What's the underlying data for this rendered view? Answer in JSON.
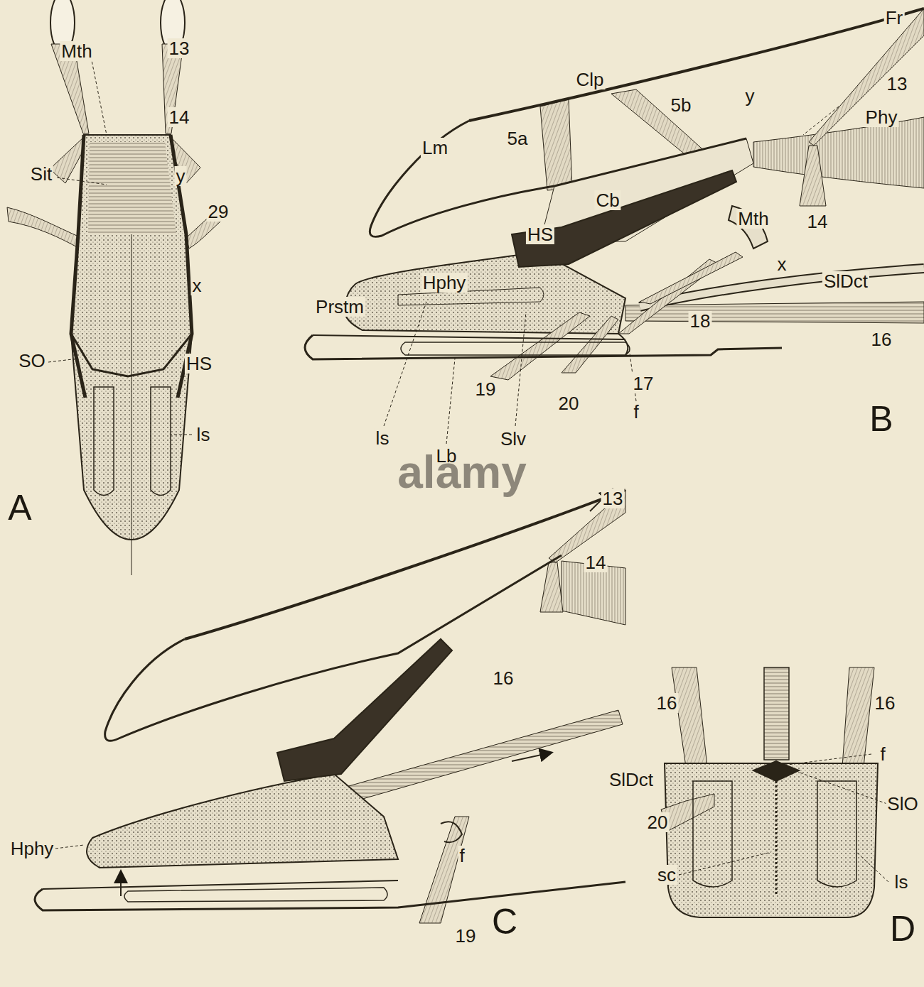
{
  "diagram": {
    "labels": [
      "Mth",
      "13",
      "14",
      "Sit",
      "y",
      "29",
      "x",
      "SO",
      "HS",
      "ls",
      "A",
      "Fr",
      "Clp",
      "13",
      "5b",
      "y",
      "Phy",
      "5a",
      "Lm",
      "Cb",
      "HS",
      "Mth",
      "14",
      "x",
      "SlDct",
      "Hphy",
      "Prstm",
      "18",
      "16",
      "17",
      "19",
      "20",
      "f",
      "B",
      "ls",
      "Slv",
      "Lb",
      "13",
      "14",
      "16",
      "Hphy",
      "f",
      "19",
      "C",
      "16",
      "16",
      "SlDct",
      "f",
      "20",
      "SlO",
      "sc",
      "ls",
      "D",
      "alamy"
    ]
  }
}
